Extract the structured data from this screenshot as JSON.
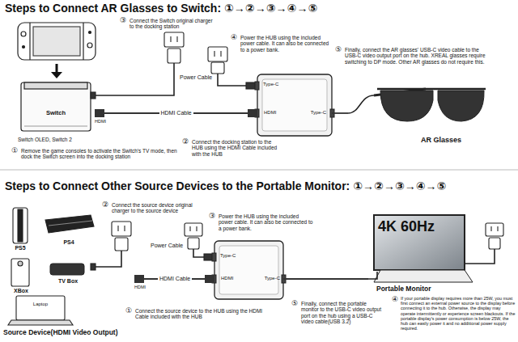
{
  "diagram": {
    "title": "Steps to Connect AR Glasses to Switch: ①→②→③→④→⑤",
    "nodes": [
      {
        "text": [
          "Switch"
        ]
      },
      {
        "text": [
          "Type-C",
          "HDMI",
          "Type-C"
        ]
      },
      {
        "text": [
          "AR Glasses"
        ]
      },
      {
        "text": [
          "Source Device(HDMI Video Output)"
        ]
      },
      {
        "text": [
          "PS5"
        ],
        "in": 3
      },
      {
        "text": [
          "PS4"
        ],
        "in": 3
      },
      {
        "text": [
          "XBox"
        ],
        "in": 3
      },
      {
        "text": [
          "TV Box"
        ],
        "in": 3
      },
      {
        "text": [
          "Laptop"
        ],
        "in": 3
      },
      {
        "text": [
          "Type-C",
          "HDMI",
          "Type-C"
        ]
      },
      {
        "text": [
          "4K 60Hz",
          "Portable Monitor"
        ]
      }
    ],
    "edges": [
      {
        "from": 0,
        "to": 1,
        "label": "HDMI Cable",
        "arrow": "none"
      },
      {
        "from": 1,
        "to": 2,
        "arrow": "none"
      },
      {
        "from": 3,
        "to": 9,
        "label": "HDMI Cable",
        "arrow": "none"
      },
      {
        "from": 9,
        "to": 10,
        "arrow": "none"
      }
    ],
    "labels": [
      "③",
      "Connect the Switch original charger to the docking station",
      "④",
      "Power the HUB using the included power cable. It can also be connected to a power bank.",
      "⑤",
      "Finally, connect the AR glasses' USB-C video cable to the USB-C video output port on the hub. XREAL glasses require switching to DP mode. Other AR glasses do not require this.",
      "Power Cable",
      "HDMI",
      "②",
      "Connect the docking station to the HUB using the HDMI Cable included with the HUB",
      "Switch OLED, Switch 2",
      "①",
      "Remove the game consoles to activate the Switch's TV mode, then dock the Switch screen into the docking station",
      "Steps to Connect Other Source Devices to the Portable Monitor: ①→②→③→④→⑤",
      "②",
      "Connect the source device original charger to the source device",
      "③",
      "Power the HUB using the included power cable. It can also be connected to a power bank.",
      "Power Cable",
      "HDMI",
      "⑤",
      "Finally, connect the portable monitor to the USB-C video output port on the hub using a USB-C video cable(USB 3.2)",
      "①",
      "Connect the source device to the HUB using the HDMI Cable included with the HUB",
      "④",
      "If your portable display requires more than 25W, you must first connect an external power source to the display before connecting it to the hub. Otherwise, the display may operate intermittently or experience screen blackouts. If the portable display's power consumption is below 25W, the hub can easily power it and no additional power supply required."
    ]
  }
}
